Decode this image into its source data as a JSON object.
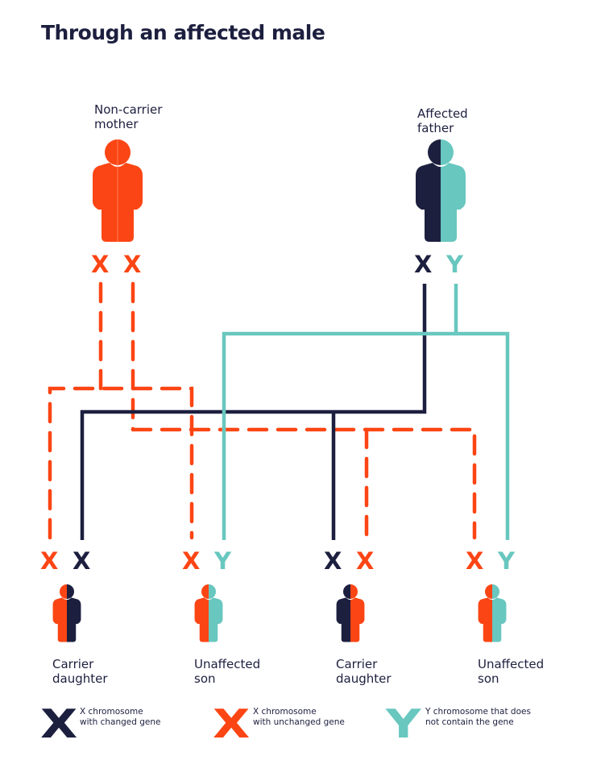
{
  "title": "Through an affected male",
  "colors": {
    "dark_navy": "#1d1f3f",
    "orange_red": "#fc4514",
    "teal": "#68c7bf"
  },
  "parents": [
    {
      "id": "mother",
      "label_line1": "Non-carrier",
      "label_line2": "mother",
      "chromosomes": [
        "X",
        "X"
      ],
      "chromosome_types": [
        "unchanged-x",
        "unchanged-x"
      ]
    },
    {
      "id": "father",
      "label_line1": "Affected",
      "label_line2": "father",
      "chromosomes": [
        "X",
        "Y"
      ],
      "chromosome_types": [
        "changed-x",
        "y"
      ]
    }
  ],
  "children": [
    {
      "id": "child1",
      "label_line1": "Carrier",
      "label_line2": "daughter",
      "chromosomes": [
        "X",
        "X"
      ],
      "chromosome_types": [
        "unchanged-x",
        "changed-x"
      ]
    },
    {
      "id": "child2",
      "label_line1": "Unaffected",
      "label_line2": "son",
      "chromosomes": [
        "X",
        "Y"
      ],
      "chromosome_types": [
        "unchanged-x",
        "y"
      ]
    },
    {
      "id": "child3",
      "label_line1": "Carrier",
      "label_line2": "daughter",
      "chromosomes": [
        "X",
        "X"
      ],
      "chromosome_types": [
        "changed-x",
        "unchanged-x"
      ]
    },
    {
      "id": "child4",
      "label_line1": "Unaffected",
      "label_line2": "son",
      "chromosomes": [
        "X",
        "Y"
      ],
      "chromosome_types": [
        "unchanged-x",
        "y"
      ]
    }
  ],
  "legend": [
    {
      "letter": "X",
      "type": "changed-x",
      "line1": "X chromosome",
      "line2": "with changed gene"
    },
    {
      "letter": "X",
      "type": "unchanged-x",
      "line1": "X chromosome",
      "line2": "with unchanged gene"
    },
    {
      "letter": "Y",
      "type": "y",
      "line1": "Y chromosome that does",
      "line2": "not contain the gene"
    }
  ]
}
